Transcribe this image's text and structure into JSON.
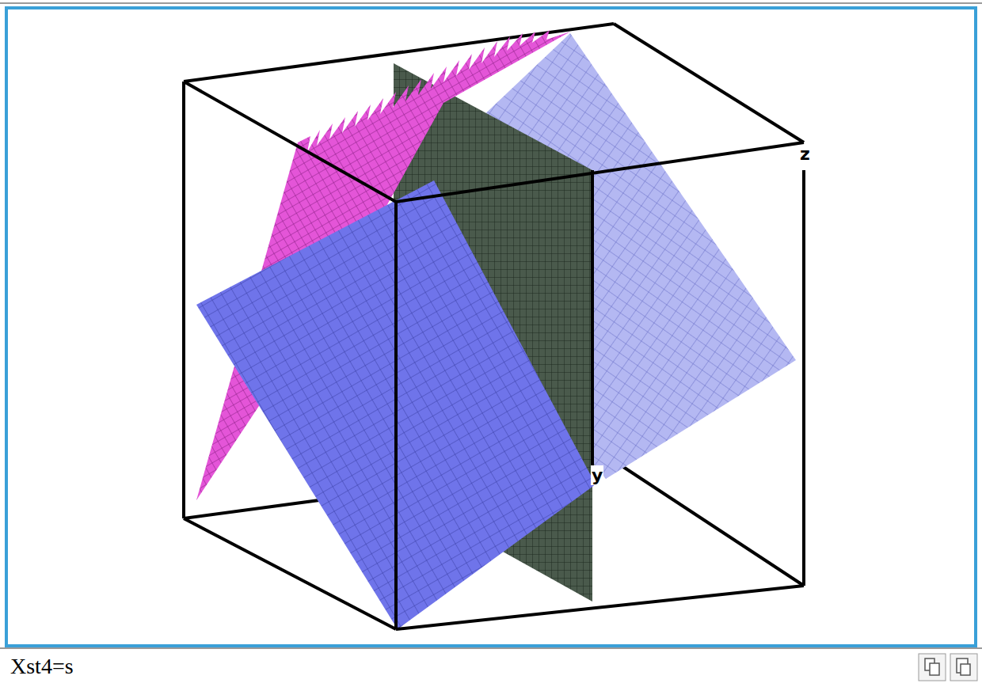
{
  "diagram": {
    "labels": [
      "z",
      "y",
      "Xst4=s"
    ]
  }
}
